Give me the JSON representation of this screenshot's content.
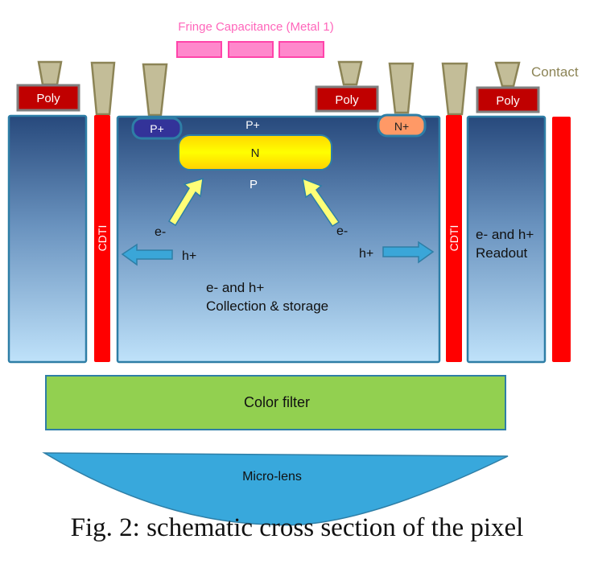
{
  "figure": {
    "caption": "Fig. 2: schematic cross section of the pixel",
    "labels": {
      "fringe": "Fringe Capacitance (Metal 1)",
      "contact": "Contact",
      "poly": "Poly",
      "p_plus_well": "P+",
      "p_plus_surface": "P+",
      "n_plus": "N+",
      "n_region": "N",
      "p_region": "P",
      "cdti": "CDTI",
      "electron": "e-",
      "hole": "h+",
      "collection_line1": "e- and h+",
      "collection_line2": "Collection & storage",
      "readout_line1": "e- and h+",
      "readout_line2": "Readout",
      "color_filter": "Color filter",
      "micro_lens": "Micro-lens"
    },
    "colors": {
      "fringe_metal": "#ff88cc",
      "fringe_text": "#ff66bb",
      "contact_fill": "#c3bd98",
      "contact_stroke": "#8c8456",
      "poly_fill": "#c00000",
      "poly_stroke": "#7f7f7f",
      "silicon_top": "#2a4f82",
      "silicon_bottom": "#bde0f8",
      "silicon_stroke": "#2e7ea6",
      "cdti": "#ff0000",
      "n_region": "#ffee00",
      "p_plus_well": "#333399",
      "n_plus": "#ff9966",
      "carrier_arrow_yellow": "#ffff77",
      "hole_arrow_blue": "#3aa6d8",
      "color_filter": "#92d050",
      "micro_lens": "#38a8dc",
      "contact_text": "#8c8456"
    }
  }
}
